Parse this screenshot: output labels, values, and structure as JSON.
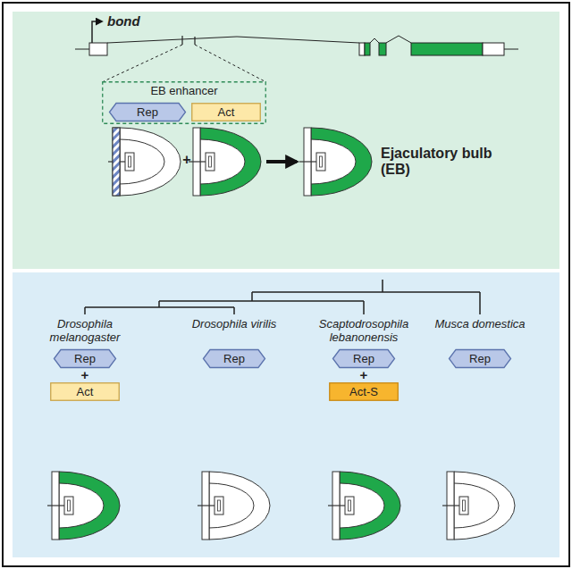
{
  "diagram": {
    "nodes": [
      {
        "text": [
          "EB enhancer"
        ]
      },
      {
        "text": [
          "Rep"
        ],
        "in": 0
      },
      {
        "text": [
          "Act"
        ],
        "in": 0
      },
      {
        "text": [
          "Rep"
        ]
      },
      {
        "text": [
          "Act"
        ]
      },
      {
        "text": [
          "Rep"
        ]
      },
      {
        "text": [
          "Rep"
        ]
      },
      {
        "text": [
          "Act-S"
        ]
      },
      {
        "text": [
          "Rep"
        ]
      }
    ],
    "labels": [
      "bond",
      "+",
      "Ejaculatory bulb (EB)",
      "Drosophila melanogaster",
      "Drosophila virilis",
      "Scaptodrosophila lebanonensis",
      "Musca domestica",
      "+",
      "+"
    ]
  }
}
